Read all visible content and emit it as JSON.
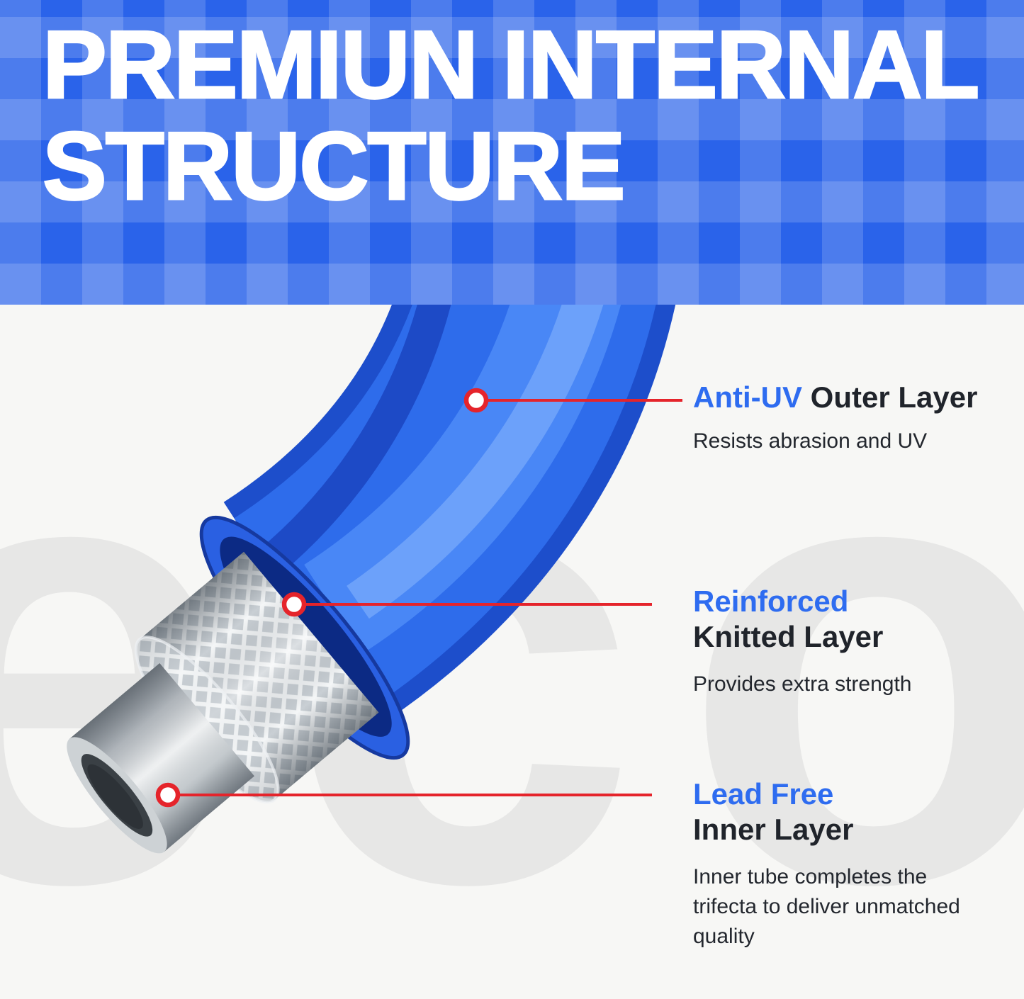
{
  "header": {
    "title_line1": "PREMIUN INTERNAL",
    "title_line2": "STRUCTURE"
  },
  "watermark_text": "eco",
  "callouts": [
    {
      "accent": "Anti-UV",
      "rest": "Outer Layer",
      "desc": "Resists abrasion and UV"
    },
    {
      "accent": "Reinforced",
      "rest": "Knitted Layer",
      "desc": "Provides extra strength"
    },
    {
      "accent": "Lead Free",
      "rest": "Inner Layer",
      "desc": "Inner tube completes the trifecta to deliver unmatched quality"
    }
  ],
  "colors": {
    "header_blue": "#2a63ea",
    "hose_blue": "#2e6ceb",
    "accent_blue": "#2e6cf0",
    "callout_red": "#e5242b",
    "text_dark": "#20242b"
  }
}
